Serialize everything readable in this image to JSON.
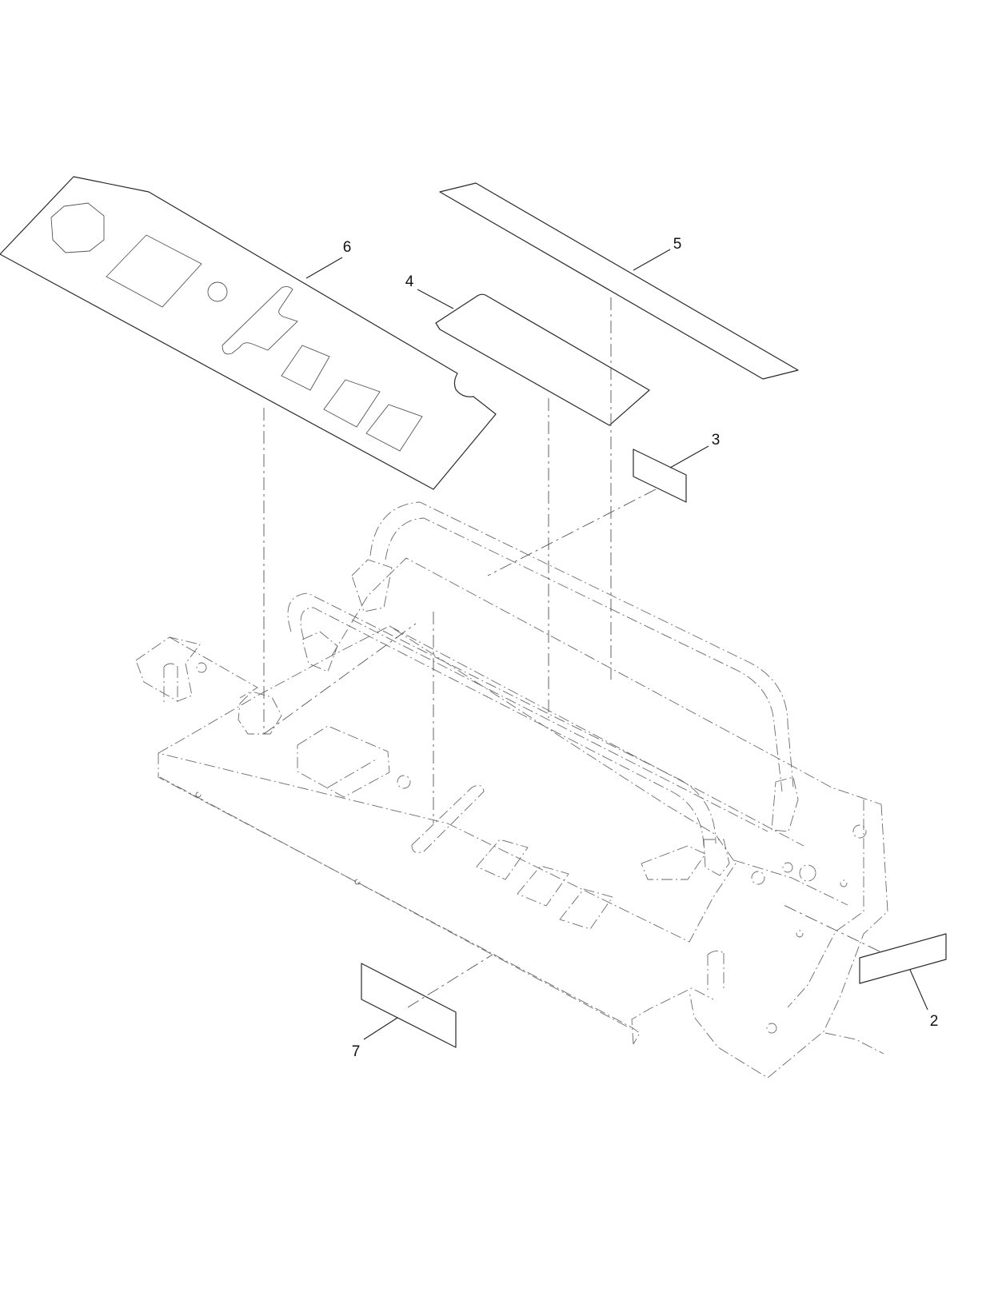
{
  "diagram": {
    "callouts": [
      {
        "id": "2",
        "label": "2"
      },
      {
        "id": "3",
        "label": "3"
      },
      {
        "id": "4",
        "label": "4"
      },
      {
        "id": "5",
        "label": "5"
      },
      {
        "id": "6",
        "label": "6"
      },
      {
        "id": "7",
        "label": "7"
      }
    ]
  }
}
